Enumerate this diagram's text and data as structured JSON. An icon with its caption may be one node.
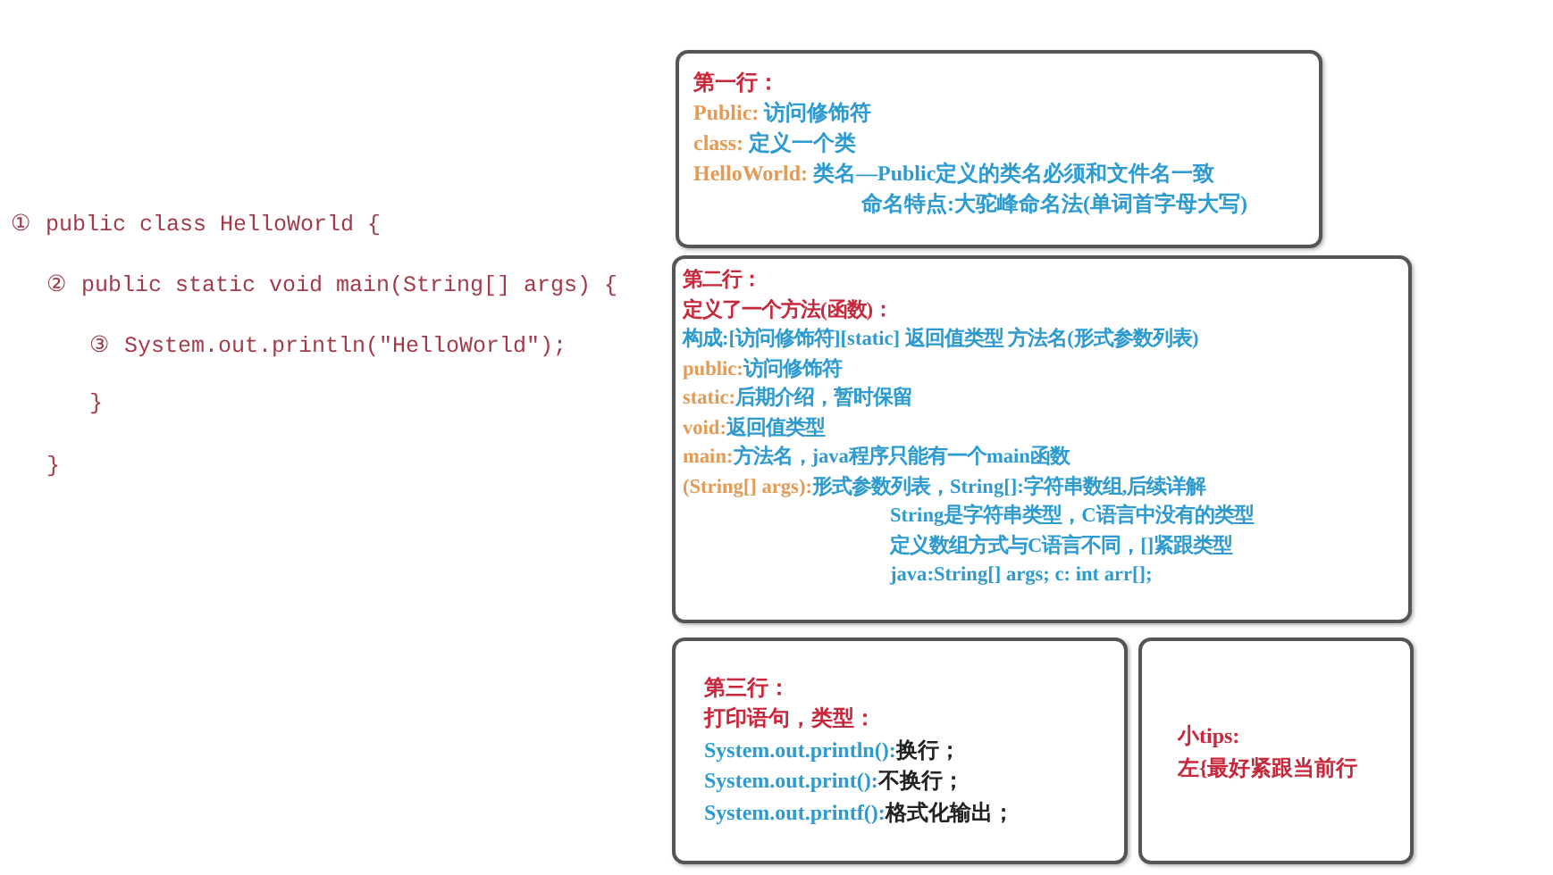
{
  "diagram": {
    "nodes": [
      {
        "text": [
          "第一行：",
          "Public: 访问修饰符",
          "class: 定义一个类",
          "HelloWorld: 类名—Public定义的类名必须和文件名一致",
          "命名特点:大驼峰命名法(单词首字母大写)"
        ]
      },
      {
        "text": [
          "第二行：",
          "定义了一个方法(函数)：",
          "构成:[访问修饰符][static] 返回值类型 方法名(形式参数列表)",
          "public:访问修饰符",
          "static:后期介绍，暂时保留",
          "void:返回值类型",
          "main:方法名，java程序只能有一个main函数",
          "(String[] args):形式参数列表，String[]:字符串数组,后续详解",
          "String是字符串类型，C语言中没有的类型",
          "定义数组方式与C语言不同，[]紧跟类型",
          "java:String[] args; c: int arr[];"
        ]
      },
      {
        "text": [
          "第三行：",
          "打印语句，类型：",
          "System.out.println():换行；",
          "System.out.print():不换行；",
          "System.out.printf():格式化输出；"
        ]
      },
      {
        "text": [
          "小tips:",
          "左{最好紧跟当前行"
        ]
      }
    ],
    "labels": [
      "① public class HelloWorld {",
      "② public static void main(String[] args) {",
      "③ System.out.println(\"HelloWorld\");",
      "}",
      "}"
    ]
  }
}
